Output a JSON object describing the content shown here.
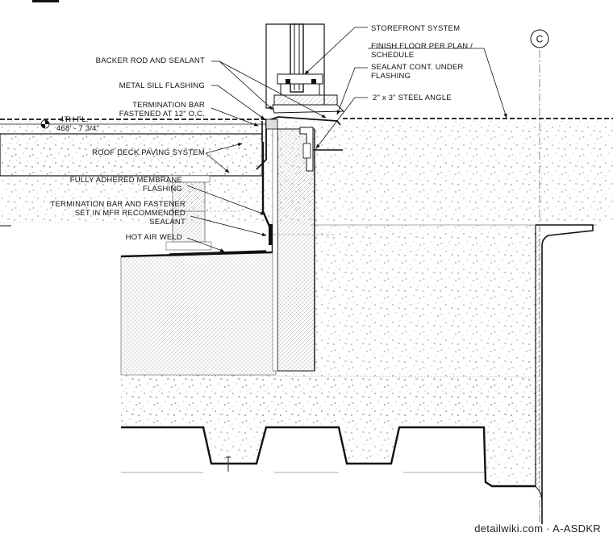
{
  "labels": {
    "storefront_system": "STOREFRONT SYSTEM",
    "finish_floor_1": "FINISH FLOOR PER PLAN /",
    "finish_floor_2": "SCHEDULE",
    "sealant_cont_1": "SEALANT CONT. UNDER",
    "sealant_cont_2": "FLASHING",
    "steel_angle": "2\" x 3\" STEEL ANGLE",
    "backer_rod": "BACKER ROD AND SEALANT",
    "metal_sill": "METAL SILL FLASHING",
    "term_bar_1": "TERMINATION BAR",
    "term_bar_2": "FASTENED AT 12\" O.C.",
    "roof_deck": "ROOF DECK PAVING SYSTEM",
    "membrane_1": "FULLY ADHERED MEMBRANE",
    "membrane_2": "FLASHING",
    "term_fast_1": "TERMINATION BAR AND FASTENER",
    "term_fast_2": "SET IN MFR RECOMMENDED",
    "term_fast_3": "SEALANT",
    "hot_air": "HOT AIR WELD"
  },
  "level": {
    "name": "4TH FL.",
    "elevation": "468' - 7 3/4\""
  },
  "grid_bubble": "C",
  "watermark": "detailwiki.com · A-ASDKR",
  "colors": {
    "ink": "#111111",
    "concrete_speckle": "#8a8a8a",
    "insulation_hatch": "#b5b5b5",
    "background": "#ffffff"
  }
}
